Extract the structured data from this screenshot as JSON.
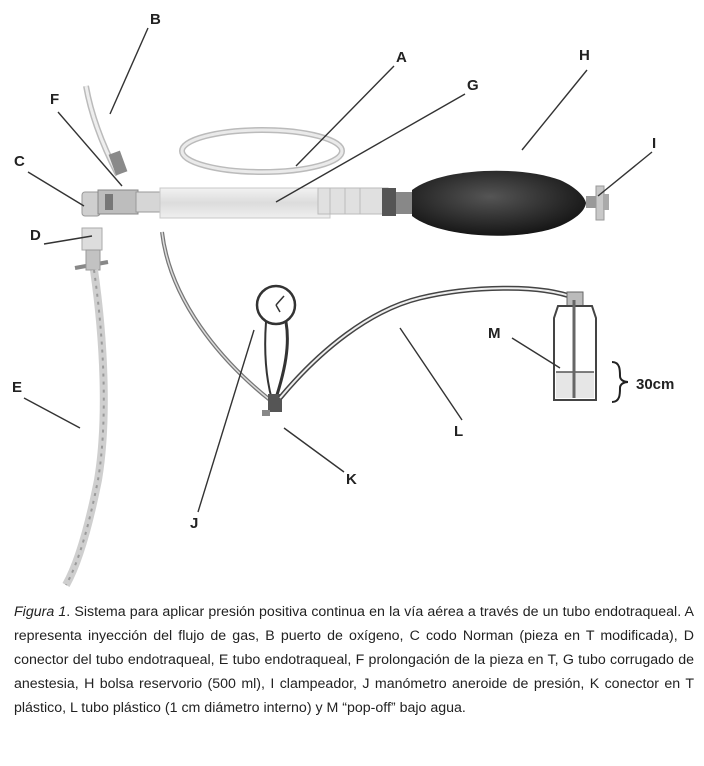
{
  "figure": {
    "labels": {
      "A": "A",
      "B": "B",
      "C": "C",
      "D": "D",
      "E": "E",
      "F": "F",
      "G": "G",
      "H": "H",
      "I": "I",
      "J": "J",
      "K": "K",
      "L": "L",
      "M": "M"
    },
    "height_note": "30cm"
  },
  "caption": {
    "label": "Figura 1",
    "text": ". Sistema para aplicar presión positiva continua en la vía aérea a través de un tubo endotraqueal. A representa inyección del flujo de gas, B puerto de oxígeno, C codo Norman (pieza en T modificada), D conector del tubo endotraqueal, E tubo endotraqueal, F prolongación de la pieza en T, G tubo corrugado de anestesia, H bolsa reservorio (500 ml), I clampeador, J manómetro aneroide de presión, K conector en T plástico, L tubo plástico (1 cm diámetro interno) y M “pop-off” bajo agua."
  }
}
